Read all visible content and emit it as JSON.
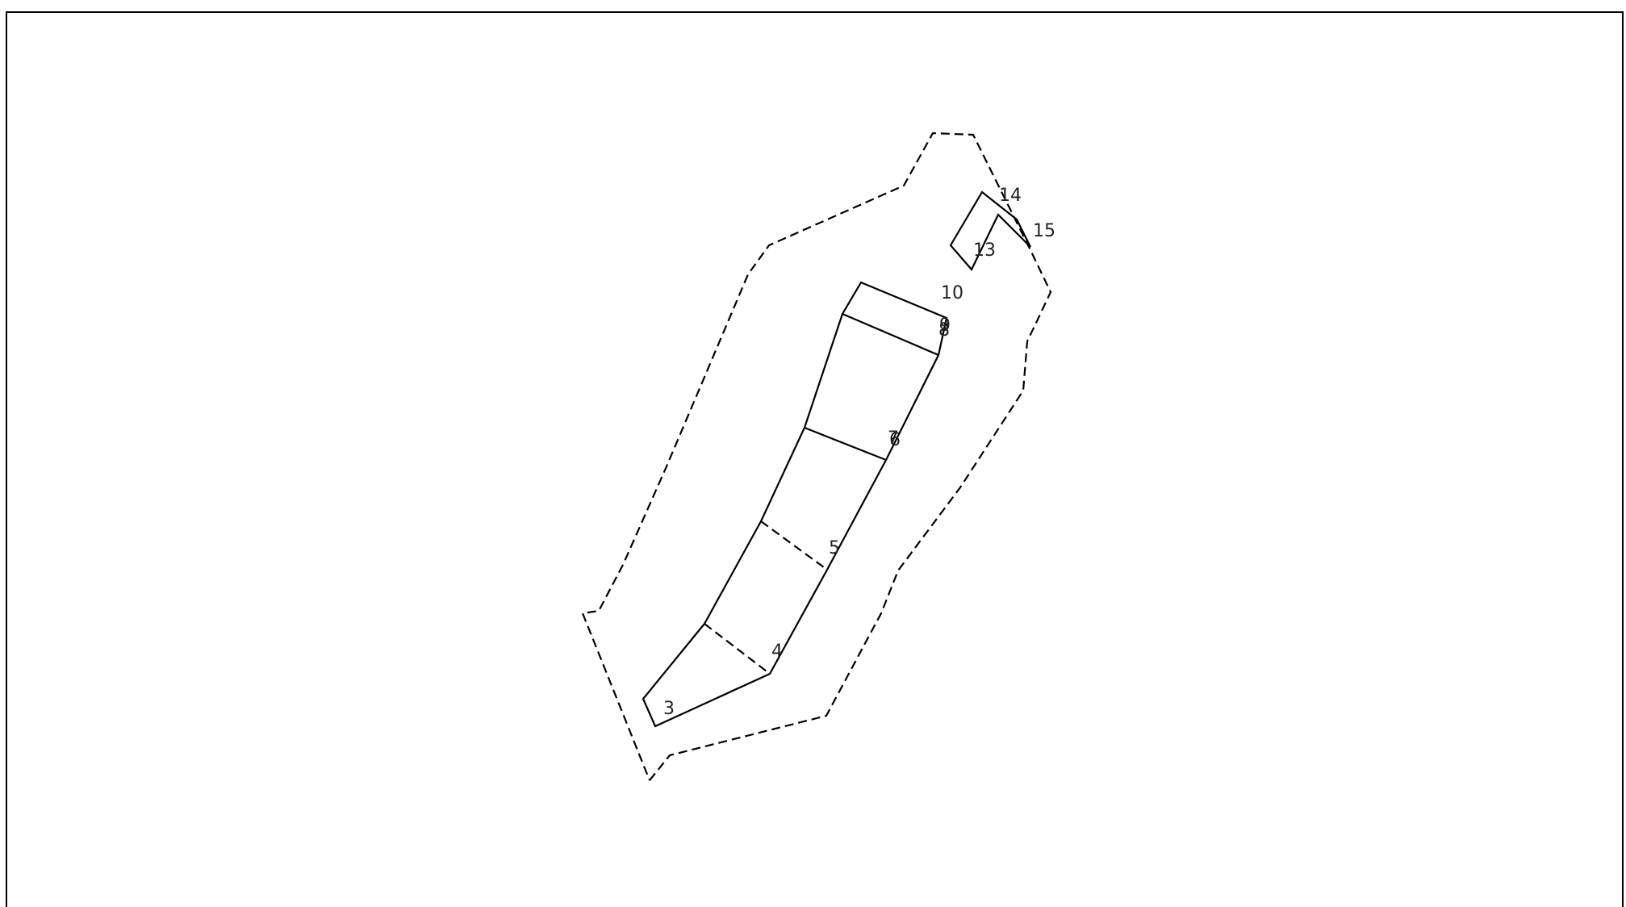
{
  "diagram": {
    "labels": {
      "p3": "3",
      "p4": "4",
      "p5": "5",
      "p7": "7",
      "p6": "6",
      "p8": "8",
      "p9": "9",
      "p10": "10",
      "p13": "13",
      "p14": "14",
      "p15": "15"
    },
    "line_color": "#000000"
  }
}
